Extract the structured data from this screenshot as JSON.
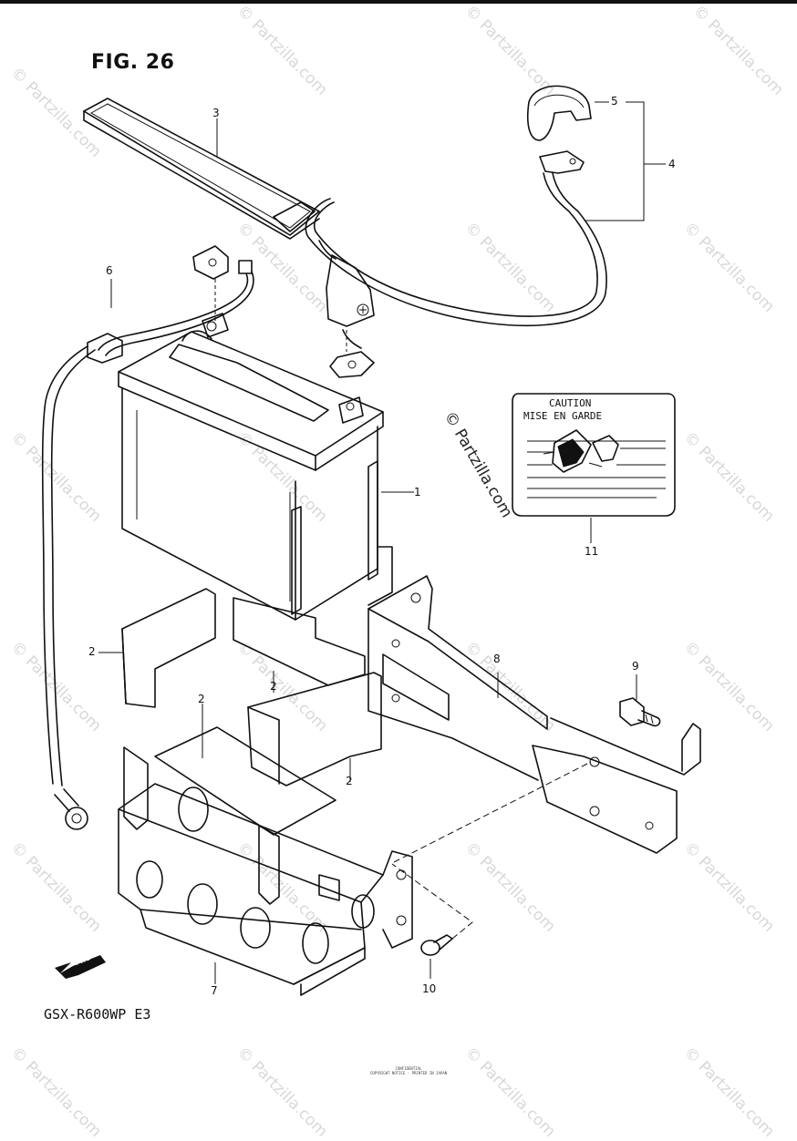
{
  "figure": {
    "title": "FIG. 26",
    "model_code": "GSX-R600WP E3"
  },
  "callouts": [
    {
      "number": "1",
      "part": "battery"
    },
    {
      "number": "2",
      "part": "battery-pad-left"
    },
    {
      "number": "2",
      "part": "battery-pad-center"
    },
    {
      "number": "2",
      "part": "battery-pad-bottom"
    },
    {
      "number": "2",
      "part": "battery-pad-front"
    },
    {
      "number": "3",
      "part": "battery-strap"
    },
    {
      "number": "4",
      "part": "positive-lead-assembly"
    },
    {
      "number": "5",
      "part": "terminal-cap"
    },
    {
      "number": "6",
      "part": "negative-lead"
    },
    {
      "number": "7",
      "part": "battery-holder"
    },
    {
      "number": "8",
      "part": "battery-bracket"
    },
    {
      "number": "9",
      "part": "bolt"
    },
    {
      "number": "10",
      "part": "screw"
    },
    {
      "number": "11",
      "part": "caution-label"
    }
  ],
  "caution_label": {
    "line1": "CAUTION",
    "line2": "MISE EN GARDE"
  },
  "direction_marker": {
    "text": "FWD",
    "icon": "forward-arrow-icon"
  },
  "watermark": {
    "text": "© Partzilla.com"
  },
  "fine_print": {
    "line1": "CONFIDENTIAL",
    "line2": "COPYRIGHT NOTICE · PRINTED IN JAPAN"
  }
}
